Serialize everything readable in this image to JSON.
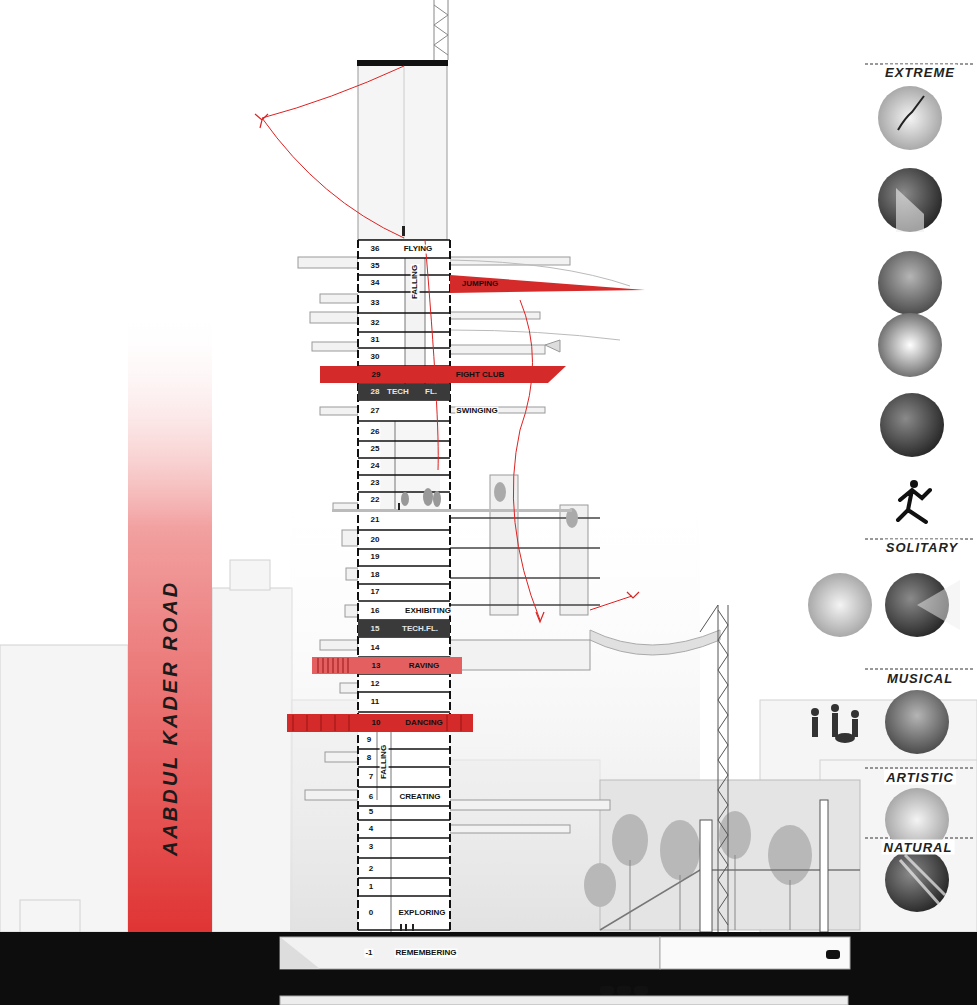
{
  "diagram": {
    "nodes": [
      {
        "text": [
          "AABDUL KADER ROAD"
        ]
      },
      {
        "text": [
          "JUMPING"
        ]
      },
      {
        "text": [
          "29",
          "FIGHT CLUB"
        ]
      },
      {
        "text": [
          "28",
          "TECH",
          "FL."
        ]
      },
      {
        "text": [
          "15",
          "TECH.FL."
        ]
      },
      {
        "text": [
          "13",
          "RAVING"
        ]
      },
      {
        "text": [
          "10",
          "DANCING"
        ]
      }
    ],
    "labels": [
      "36",
      "35",
      "34",
      "33",
      "32",
      "31",
      "30",
      "27",
      "26",
      "25",
      "24",
      "23",
      "22",
      "21",
      "20",
      "19",
      "18",
      "17",
      "16",
      "14",
      "12",
      "11",
      "9",
      "8",
      "7",
      "6",
      "5",
      "4",
      "3",
      "2",
      "1",
      "0",
      "-1",
      "FLYING",
      "FALLING",
      "SWINGING",
      "EXHIBITING",
      "FALLING",
      "CREATING",
      "EXPLORING",
      "REMEMBERING",
      "EXTREME",
      "SOLITARY",
      "MUSICAL",
      "ARTISTIC",
      "NATURAL"
    ]
  }
}
